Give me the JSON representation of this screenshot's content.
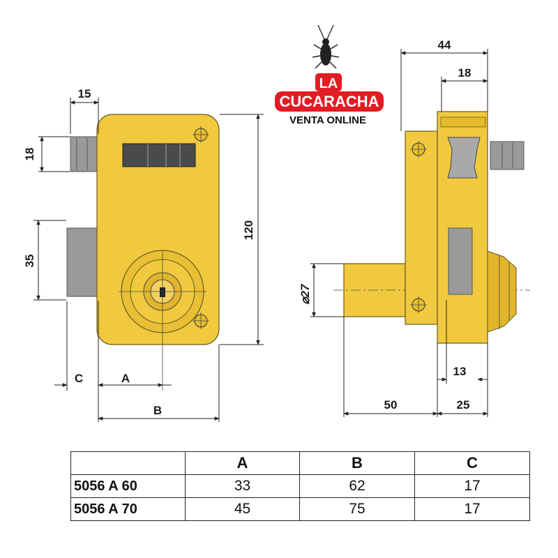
{
  "logo": {
    "line1": "LA",
    "line2": "CUCARACHA",
    "line3": "VENTA ONLINE"
  },
  "front_view": {
    "dims": {
      "bolt_width": "15",
      "bolt_height": "18",
      "latch_height": "35",
      "total_height": "120",
      "c": "C",
      "a": "A",
      "b": "B"
    }
  },
  "side_view": {
    "dims": {
      "overall": "44",
      "knob": "18",
      "cylinder_diameter": "⌀27",
      "cylinder_length": "50",
      "body_depth": "25",
      "rosette": "13"
    }
  },
  "table": {
    "headers": [
      "",
      "A",
      "B",
      "C"
    ],
    "rows": [
      {
        "model": "5056 A 60",
        "a": "33",
        "b": "62",
        "c": "17"
      },
      {
        "model": "5056 A 70",
        "a": "45",
        "b": "75",
        "c": "17"
      }
    ]
  }
}
